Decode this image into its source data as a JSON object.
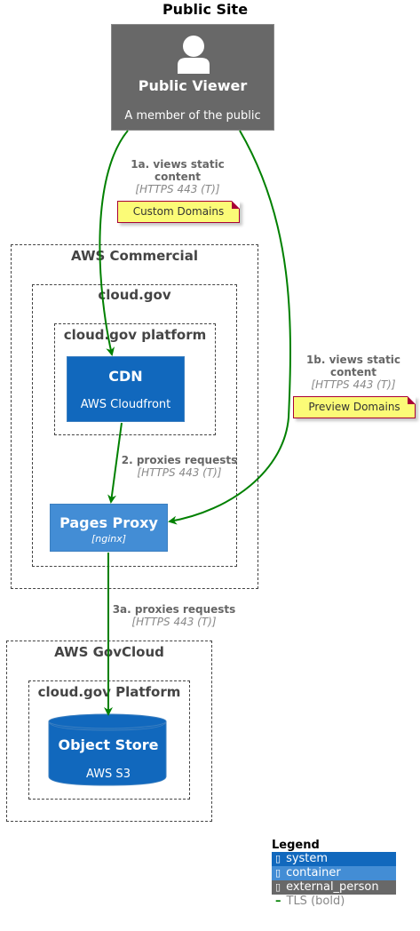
{
  "diagram_title": "Public Site",
  "person": {
    "icon": "person-icon",
    "name": "Public Viewer",
    "description": "A member of the public"
  },
  "boundaries": {
    "aws_commercial": "AWS Commercial",
    "cloudgov": "cloud.gov",
    "cloudgov_platform": "cloud.gov platform",
    "aws_govcloud": "AWS GovCloud",
    "cloudgov_platform_gov": "cloud.gov Platform"
  },
  "nodes": {
    "cdn": {
      "name": "CDN",
      "description": "AWS Cloudfront"
    },
    "proxy": {
      "name": "Pages Proxy",
      "technology": "[nginx]"
    },
    "store": {
      "name": "Object Store",
      "description": "AWS S3"
    }
  },
  "relations": {
    "r1a": {
      "label_line1": "1a. views static",
      "label_line2": "content",
      "technology": "[HTTPS 443 (T)]"
    },
    "r1b": {
      "label_line1": "1b. views static",
      "label_line2": "content",
      "technology": "[HTTPS 443 (T)]"
    },
    "r2": {
      "label": "2. proxies requests",
      "technology": "[HTTPS 443 (T)]"
    },
    "r3a": {
      "label": "3a. proxies requests",
      "technology": "[HTTPS 443 (T)]"
    }
  },
  "notes": {
    "custom_domains": "Custom Domains",
    "preview_domains": "Preview Domains"
  },
  "legend": {
    "title": "Legend",
    "items": [
      {
        "label": "system",
        "color": "#1168bd"
      },
      {
        "label": "container",
        "color": "#438dd5"
      },
      {
        "label": "external_person",
        "color": "#686868"
      }
    ],
    "line_label": "TLS (bold)",
    "line_color": "#008000"
  }
}
